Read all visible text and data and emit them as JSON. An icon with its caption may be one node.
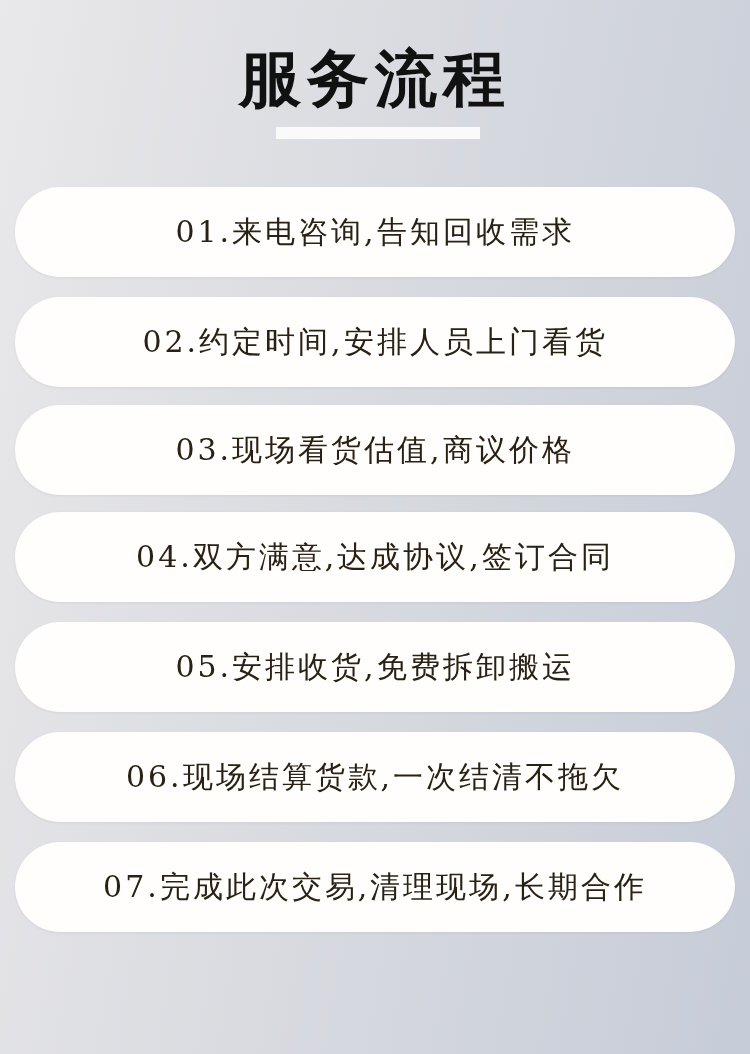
{
  "diagram": {
    "title": "服务流程",
    "nodes": [
      {
        "text": [
          "01.来电咨询,告知回收需求"
        ]
      },
      {
        "text": [
          "02.约定时间,安排人员上门看货"
        ]
      },
      {
        "text": [
          "03.现场看货估值,商议价格"
        ]
      },
      {
        "text": [
          "04.双方满意,达成协议,签订合同"
        ]
      },
      {
        "text": [
          "05.安排收货,免费拆卸搬运"
        ]
      },
      {
        "text": [
          "06.现场结算货款,一次结清不拖欠"
        ]
      },
      {
        "text": [
          "07.完成此次交易,清理现场,长期合作"
        ]
      }
    ]
  }
}
